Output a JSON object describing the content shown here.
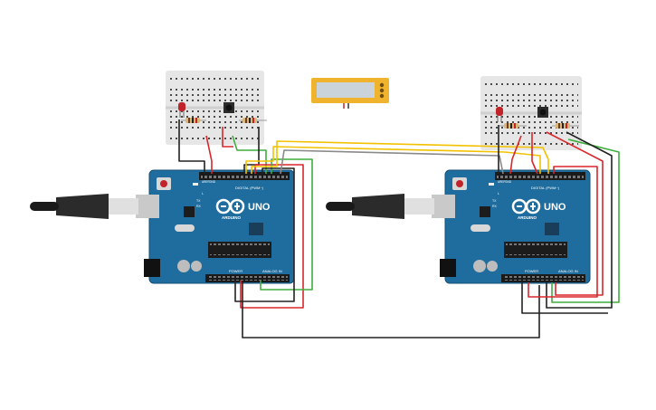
{
  "colors": {
    "board": "#1f6d9e",
    "board_edge": "#164f75",
    "breadboard": "#e6e6e6",
    "wire_black": "#222222",
    "wire_red": "#d9262b",
    "wire_green": "#3fae3f",
    "wire_yellow": "#f2c200",
    "wire_gray": "#8a8a8a",
    "lcd_body": "#f0b32d",
    "lcd_screen": "#c9d3d9",
    "led": "#c0242a"
  },
  "boards": [
    {
      "id": "left",
      "logo": "UNO",
      "brand": "ARDUINO",
      "label_digital": "DIGITAL (PWM~)",
      "label_power": "POWER",
      "label_analog": "ANALOG IN",
      "label_aref": "AREF",
      "label_gnd": "GND",
      "label_tx": "TX",
      "label_rx": "RX",
      "label_l": "L"
    },
    {
      "id": "right",
      "logo": "UNO",
      "brand": "ARDUINO",
      "label_digital": "DIGITAL (PWM~)",
      "label_power": "POWER",
      "label_analog": "ANALOG IN",
      "label_aref": "AREF",
      "label_gnd": "GND",
      "label_tx": "TX",
      "label_rx": "RX",
      "label_l": "L"
    }
  ],
  "components": {
    "breadboards": [
      "breadboard-left",
      "breadboard-right"
    ],
    "lcd": "lcd-display",
    "usb_cables": [
      "usb-cable-left",
      "usb-cable-right"
    ],
    "leds": [
      "led-left",
      "led-right"
    ],
    "pushbuttons": [
      "pushbutton-left",
      "pushbutton-right"
    ],
    "resistors": [
      "resistor-left-1",
      "resistor-left-2",
      "resistor-right-1",
      "resistor-right-2"
    ]
  }
}
